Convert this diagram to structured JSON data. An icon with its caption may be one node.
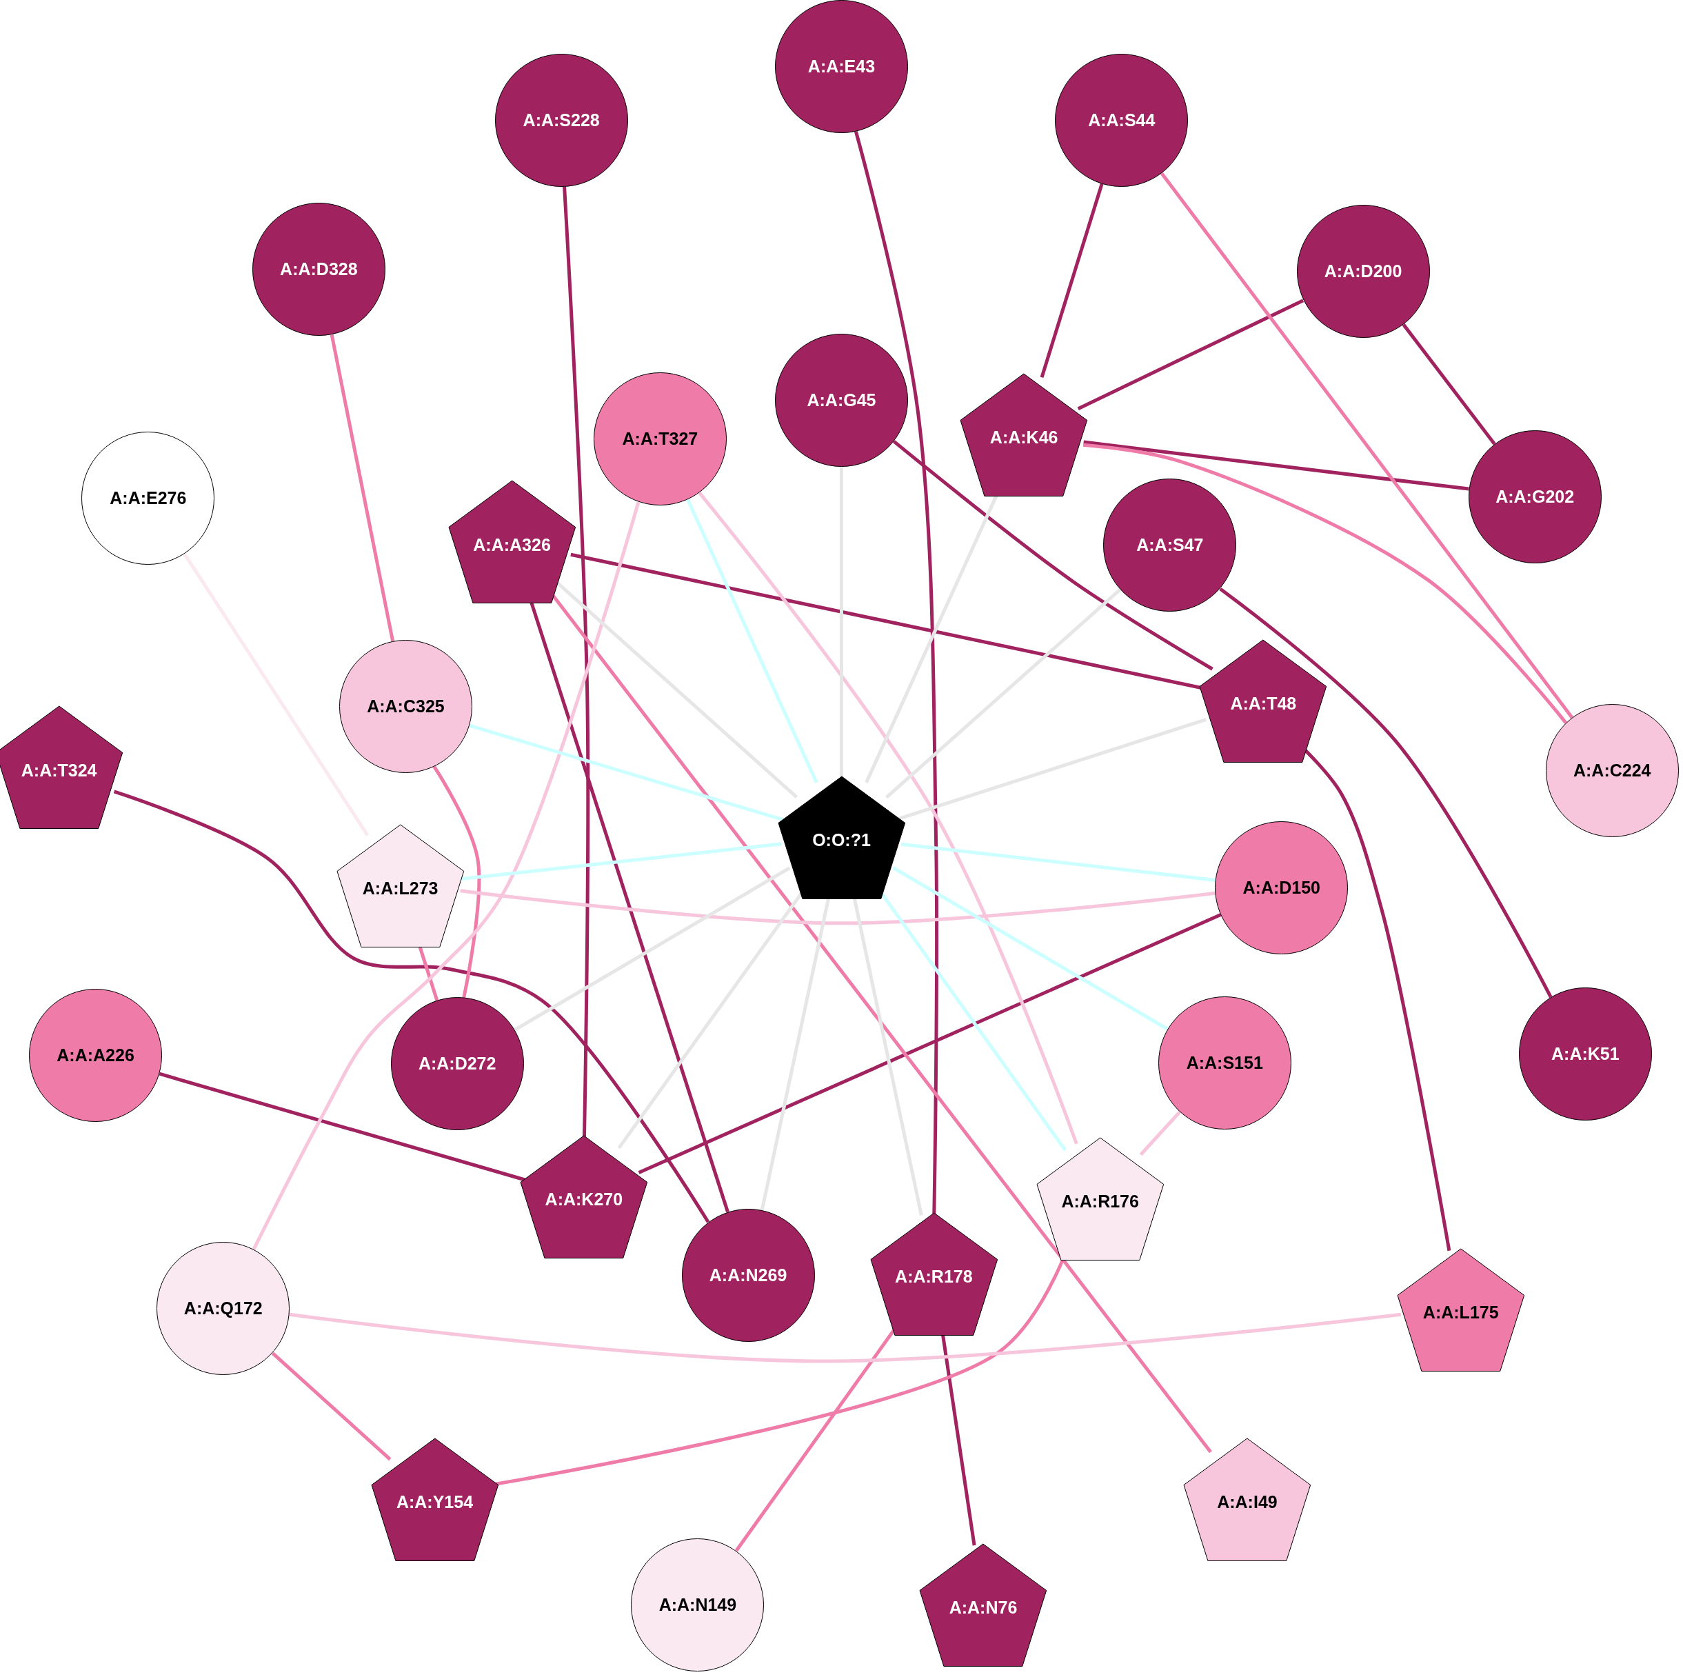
{
  "diagram": {
    "nodes": [
      {
        "text": [
          "A:A:E43"
        ]
      },
      {
        "text": [
          "A:A:S228"
        ]
      },
      {
        "text": [
          "A:A:S44"
        ]
      },
      {
        "text": [
          "A:A:D328"
        ]
      },
      {
        "text": [
          "A:A:D200"
        ]
      },
      {
        "text": [
          "A:A:G45"
        ]
      },
      {
        "text": [
          "A:A:K46"
        ]
      },
      {
        "text": [
          "A:A:T327"
        ]
      },
      {
        "text": [
          "A:A:E276"
        ]
      },
      {
        "text": [
          "A:A:G202"
        ]
      },
      {
        "text": [
          "A:A:A326"
        ]
      },
      {
        "text": [
          "A:A:S47"
        ]
      },
      {
        "text": [
          "A:A:C325"
        ]
      },
      {
        "text": [
          "A:A:T48"
        ]
      },
      {
        "text": [
          "A:A:T324"
        ]
      },
      {
        "text": [
          "A:A:C224"
        ]
      },
      {
        "text": [
          "O:O:?1"
        ]
      },
      {
        "text": [
          "A:A:L273"
        ]
      },
      {
        "text": [
          "A:A:D150"
        ]
      },
      {
        "text": [
          "A:A:A226"
        ]
      },
      {
        "text": [
          "A:A:D272"
        ]
      },
      {
        "text": [
          "A:A:S151"
        ]
      },
      {
        "text": [
          "A:A:K51"
        ]
      },
      {
        "text": [
          "A:A:K270"
        ]
      },
      {
        "text": [
          "A:A:R176"
        ]
      },
      {
        "text": [
          "A:A:N269"
        ]
      },
      {
        "text": [
          "A:A:R178"
        ]
      },
      {
        "text": [
          "A:A:Q172"
        ]
      },
      {
        "text": [
          "A:A:L175"
        ]
      },
      {
        "text": [
          "A:A:Y154"
        ]
      },
      {
        "text": [
          "A:A:I49"
        ]
      },
      {
        "text": [
          "A:A:N149"
        ]
      },
      {
        "text": [
          "A:A:N76"
        ]
      }
    ],
    "edges": [
      {
        "from": 0,
        "to": 26,
        "arrow": "none"
      },
      {
        "from": 1,
        "to": 23,
        "arrow": "none"
      },
      {
        "from": 2,
        "to": 6,
        "arrow": "none"
      },
      {
        "from": 4,
        "to": 6,
        "arrow": "none"
      },
      {
        "from": 4,
        "to": 9,
        "arrow": "none"
      },
      {
        "from": 6,
        "to": 9,
        "arrow": "none"
      },
      {
        "from": 5,
        "to": 13,
        "arrow": "none"
      },
      {
        "from": 10,
        "to": 13,
        "arrow": "none"
      },
      {
        "from": 10,
        "to": 25,
        "arrow": "none"
      },
      {
        "from": 11,
        "to": 22,
        "arrow": "none"
      },
      {
        "from": 13,
        "to": 28,
        "arrow": "none"
      },
      {
        "from": 14,
        "to": 25,
        "arrow": "none"
      },
      {
        "from": 18,
        "to": 23,
        "arrow": "none"
      },
      {
        "from": 19,
        "to": 23,
        "arrow": "none"
      },
      {
        "from": 26,
        "to": 32,
        "arrow": "none"
      },
      {
        "from": 3,
        "to": 12,
        "arrow": "none",
        "color": "#ef7ba8"
      },
      {
        "from": 2,
        "to": 15,
        "arrow": "none",
        "color": "#ef7ba8"
      },
      {
        "from": 6,
        "to": 15,
        "arrow": "none",
        "color": "#ef7ba8"
      },
      {
        "from": 12,
        "to": 20,
        "arrow": "none",
        "color": "#ef7ba8"
      },
      {
        "from": 10,
        "to": 30,
        "arrow": "none",
        "color": "#ef7ba8"
      },
      {
        "from": 17,
        "to": 20,
        "arrow": "none",
        "color": "#ef7ba8"
      },
      {
        "from": 27,
        "to": 29,
        "arrow": "none",
        "color": "#ef7ba8"
      },
      {
        "from": 24,
        "to": 29,
        "arrow": "none",
        "color": "#ef7ba8"
      },
      {
        "from": 26,
        "to": 31,
        "arrow": "none",
        "color": "#ef7ba8"
      },
      {
        "from": 7,
        "to": 27,
        "arrow": "none",
        "color": "#f7c6dc"
      },
      {
        "from": 7,
        "to": 24,
        "arrow": "none",
        "color": "#f7c6dc"
      },
      {
        "from": 17,
        "to": 18,
        "arrow": "none",
        "color": "#f7c6dc"
      },
      {
        "from": 27,
        "to": 28,
        "arrow": "none",
        "color": "#f7c6dc"
      },
      {
        "from": 21,
        "to": 24,
        "arrow": "none",
        "color": "#f7c6dc"
      },
      {
        "from": 8,
        "to": 17,
        "arrow": "none",
        "color": "#fbe9f1"
      },
      {
        "from": 16,
        "to": 5,
        "arrow": "none",
        "color": "#e6e6e6"
      },
      {
        "from": 16,
        "to": 6,
        "arrow": "none",
        "color": "#e6e6e6"
      },
      {
        "from": 16,
        "to": 10,
        "arrow": "none",
        "color": "#e6e6e6"
      },
      {
        "from": 16,
        "to": 11,
        "arrow": "none",
        "color": "#e6e6e6"
      },
      {
        "from": 16,
        "to": 13,
        "arrow": "none",
        "color": "#e6e6e6"
      },
      {
        "from": 16,
        "to": 20,
        "arrow": "none",
        "color": "#e6e6e6"
      },
      {
        "from": 16,
        "to": 23,
        "arrow": "none",
        "color": "#e6e6e6"
      },
      {
        "from": 16,
        "to": 25,
        "arrow": "none",
        "color": "#e6e6e6"
      },
      {
        "from": 16,
        "to": 26,
        "arrow": "none",
        "color": "#e6e6e6"
      },
      {
        "from": 16,
        "to": 7,
        "arrow": "none",
        "color": "#ccffff"
      },
      {
        "from": 16,
        "to": 12,
        "arrow": "none",
        "color": "#ccffff"
      },
      {
        "from": 16,
        "to": 17,
        "arrow": "none",
        "color": "#ccffff"
      },
      {
        "from": 16,
        "to": 18,
        "arrow": "none",
        "color": "#ccffff"
      },
      {
        "from": 16,
        "to": 24,
        "arrow": "none",
        "color": "#ccffff"
      },
      {
        "from": 16,
        "to": 21,
        "arrow": "none",
        "color": "#ccffff"
      }
    ]
  }
}
